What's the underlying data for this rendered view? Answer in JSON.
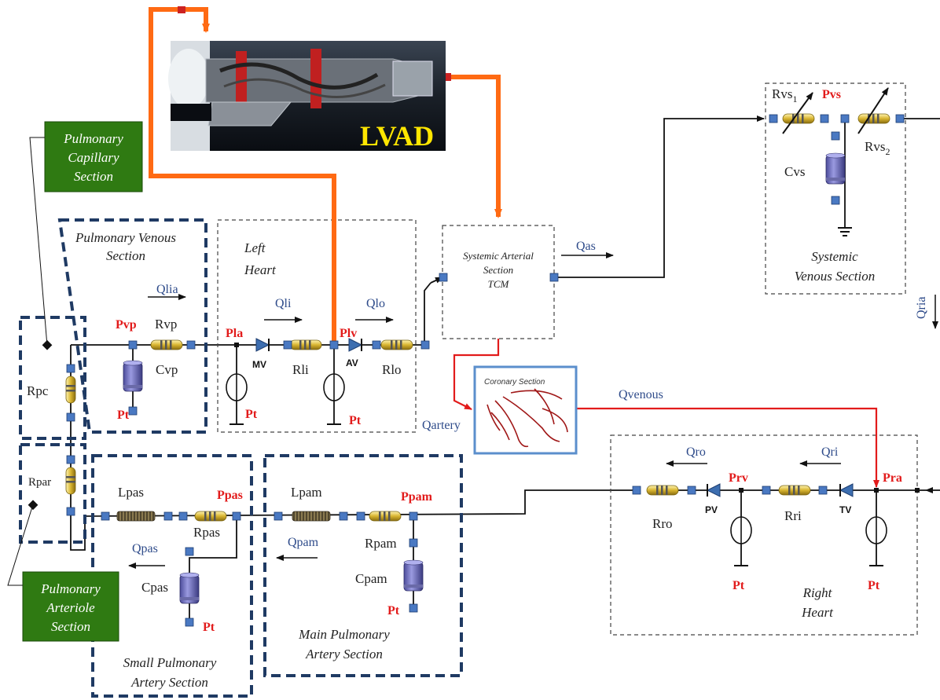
{
  "sections": {
    "pulmonary_capillary": [
      "Pulmonary",
      "Capillary",
      "Section"
    ],
    "pulmonary_arteriole": [
      "Pulmonary",
      "Arteriole",
      "Section"
    ],
    "pulmonary_venous": [
      "Pulmonary Venous",
      "Section"
    ],
    "left_heart": [
      "Left",
      "Heart"
    ],
    "systemic_arterial": [
      "Systemic Arterial",
      "Section",
      "TCM"
    ],
    "systemic_venous": [
      "Systemic",
      "Venous Section"
    ],
    "coronary": "Coronary Section",
    "right_heart": [
      "Right",
      "Heart"
    ],
    "small_pulmonary_artery": [
      "Small Pulmonary",
      "Artery Section"
    ],
    "main_pulmonary_artery": [
      "Main Pulmonary",
      "Artery Section"
    ]
  },
  "lvad_label": "LVAD",
  "components": {
    "rvp": "Rvp",
    "cvp": "Cvp",
    "rli": "Rli",
    "rlo": "Rlo",
    "rpc": "Rpc",
    "rpar": "Rpar",
    "lpas": "Lpas",
    "rpas": "Rpas",
    "cpas": "Cpas",
    "lpam": "Lpam",
    "rpam": "Rpam",
    "cpam": "Cpam",
    "rro": "Rro",
    "rri": "Rri",
    "cvs": "Cvs",
    "rvs1": "Rvs",
    "rvs1_sub": "1",
    "rvs2": "Rvs",
    "rvs2_sub": "2"
  },
  "valves": {
    "mv": "MV",
    "av": "AV",
    "pv": "PV",
    "tv": "TV"
  },
  "pressures": {
    "pvp": "Pvp",
    "pla": "Pla",
    "plv": "Plv",
    "pvs": "Pvs",
    "ppas": "Ppas",
    "ppam": "Ppam",
    "prv": "Prv",
    "pra": "Pra",
    "pt": "Pt"
  },
  "flows": {
    "qlia": "Qlia",
    "qli": "Qli",
    "qlo": "Qlo",
    "qas": "Qas",
    "qria": "Qria",
    "qvenous": "Qvenous",
    "qartery": "Qartery",
    "qro": "Qro",
    "qri": "Qri",
    "qpas": "Qpas",
    "qpam": "Qpam"
  },
  "colors": {
    "navy_dash": "#1f3a63",
    "lvad_conduit": "#ff6a13",
    "coronary_line": "#e21b1b",
    "pressure_label": "#e21b1b",
    "flow_label": "#2e4b8a",
    "green_box": "#2f7a12",
    "node": "#4a79c2"
  }
}
